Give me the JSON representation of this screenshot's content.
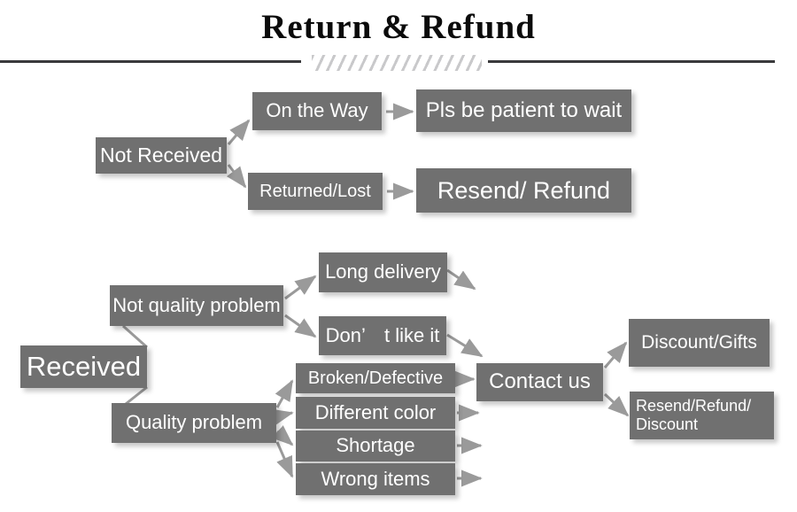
{
  "header": {
    "title": "Return & Refund",
    "divider_icon": "hatch-divider"
  },
  "colors": {
    "box_fill": "#707070",
    "box_text": "#ffffff",
    "connector": "#9a9a9a",
    "rule": "#3a3a3c",
    "hatch": "#c9c9cb",
    "background": "#ffffff"
  },
  "flow": {
    "not_received": {
      "label": "Not Received",
      "branches": {
        "on_the_way": {
          "label": "On the Way",
          "outcome": "Pls be patient to wait"
        },
        "returned_lost": {
          "label": "Returned/Lost",
          "outcome": "Resend/ Refund"
        }
      }
    },
    "received": {
      "label": "Received",
      "branches": {
        "not_quality_problem": {
          "label": "Not quality problem",
          "reasons": [
            "Long delivery",
            "Don’　t like it"
          ]
        },
        "quality_problem": {
          "label": "Quality problem",
          "reasons": [
            "Broken/Defective",
            "Different color",
            "Shortage",
            "Wrong items"
          ]
        }
      },
      "contact": {
        "label": "Contact us",
        "outcomes": [
          "Discount/Gifts",
          "Resend/Refund/\nDiscount"
        ]
      }
    }
  }
}
